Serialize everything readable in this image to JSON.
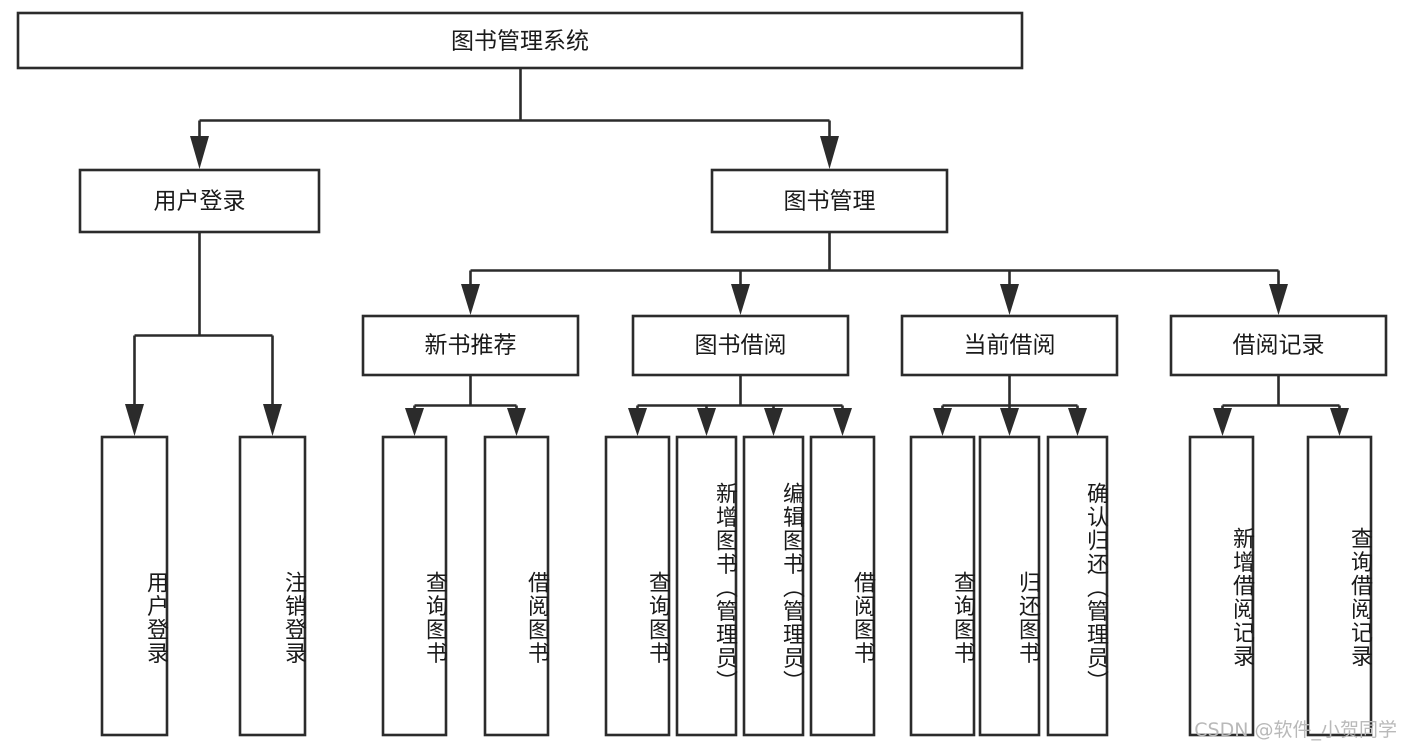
{
  "diagram": {
    "type": "tree-hierarchy",
    "title": "图书管理系统",
    "root": {
      "label": "图书管理系统"
    },
    "level2": [
      {
        "label": "用户登录"
      },
      {
        "label": "图书管理"
      }
    ],
    "level3": [
      {
        "label": "新书推荐"
      },
      {
        "label": "图书借阅"
      },
      {
        "label": "当前借阅"
      },
      {
        "label": "借阅记录"
      }
    ],
    "leaves": {
      "user_login": [
        {
          "label": "用户登录"
        },
        {
          "label": "注销登录"
        }
      ],
      "new_book_rec": [
        {
          "label": "查询图书"
        },
        {
          "label": "借阅图书"
        }
      ],
      "book_borrow": [
        {
          "label": "查询图书"
        },
        {
          "label": "新增图书（管理员）"
        },
        {
          "label": "编辑图书（管理员）"
        },
        {
          "label": "借阅图书"
        }
      ],
      "current_borrow": [
        {
          "label": "查询图书"
        },
        {
          "label": "归还图书"
        },
        {
          "label": "确认归还（管理员）"
        }
      ],
      "borrow_record": [
        {
          "label": "新增借阅记录"
        },
        {
          "label": "查询借阅记录"
        }
      ]
    }
  },
  "watermark": {
    "text": "CSDN @软件_小贺同学"
  },
  "colors": {
    "stroke": "#2b2b2b",
    "fill": "#ffffff",
    "text": "#1a1a1a",
    "watermark": "#b9b9b9"
  }
}
